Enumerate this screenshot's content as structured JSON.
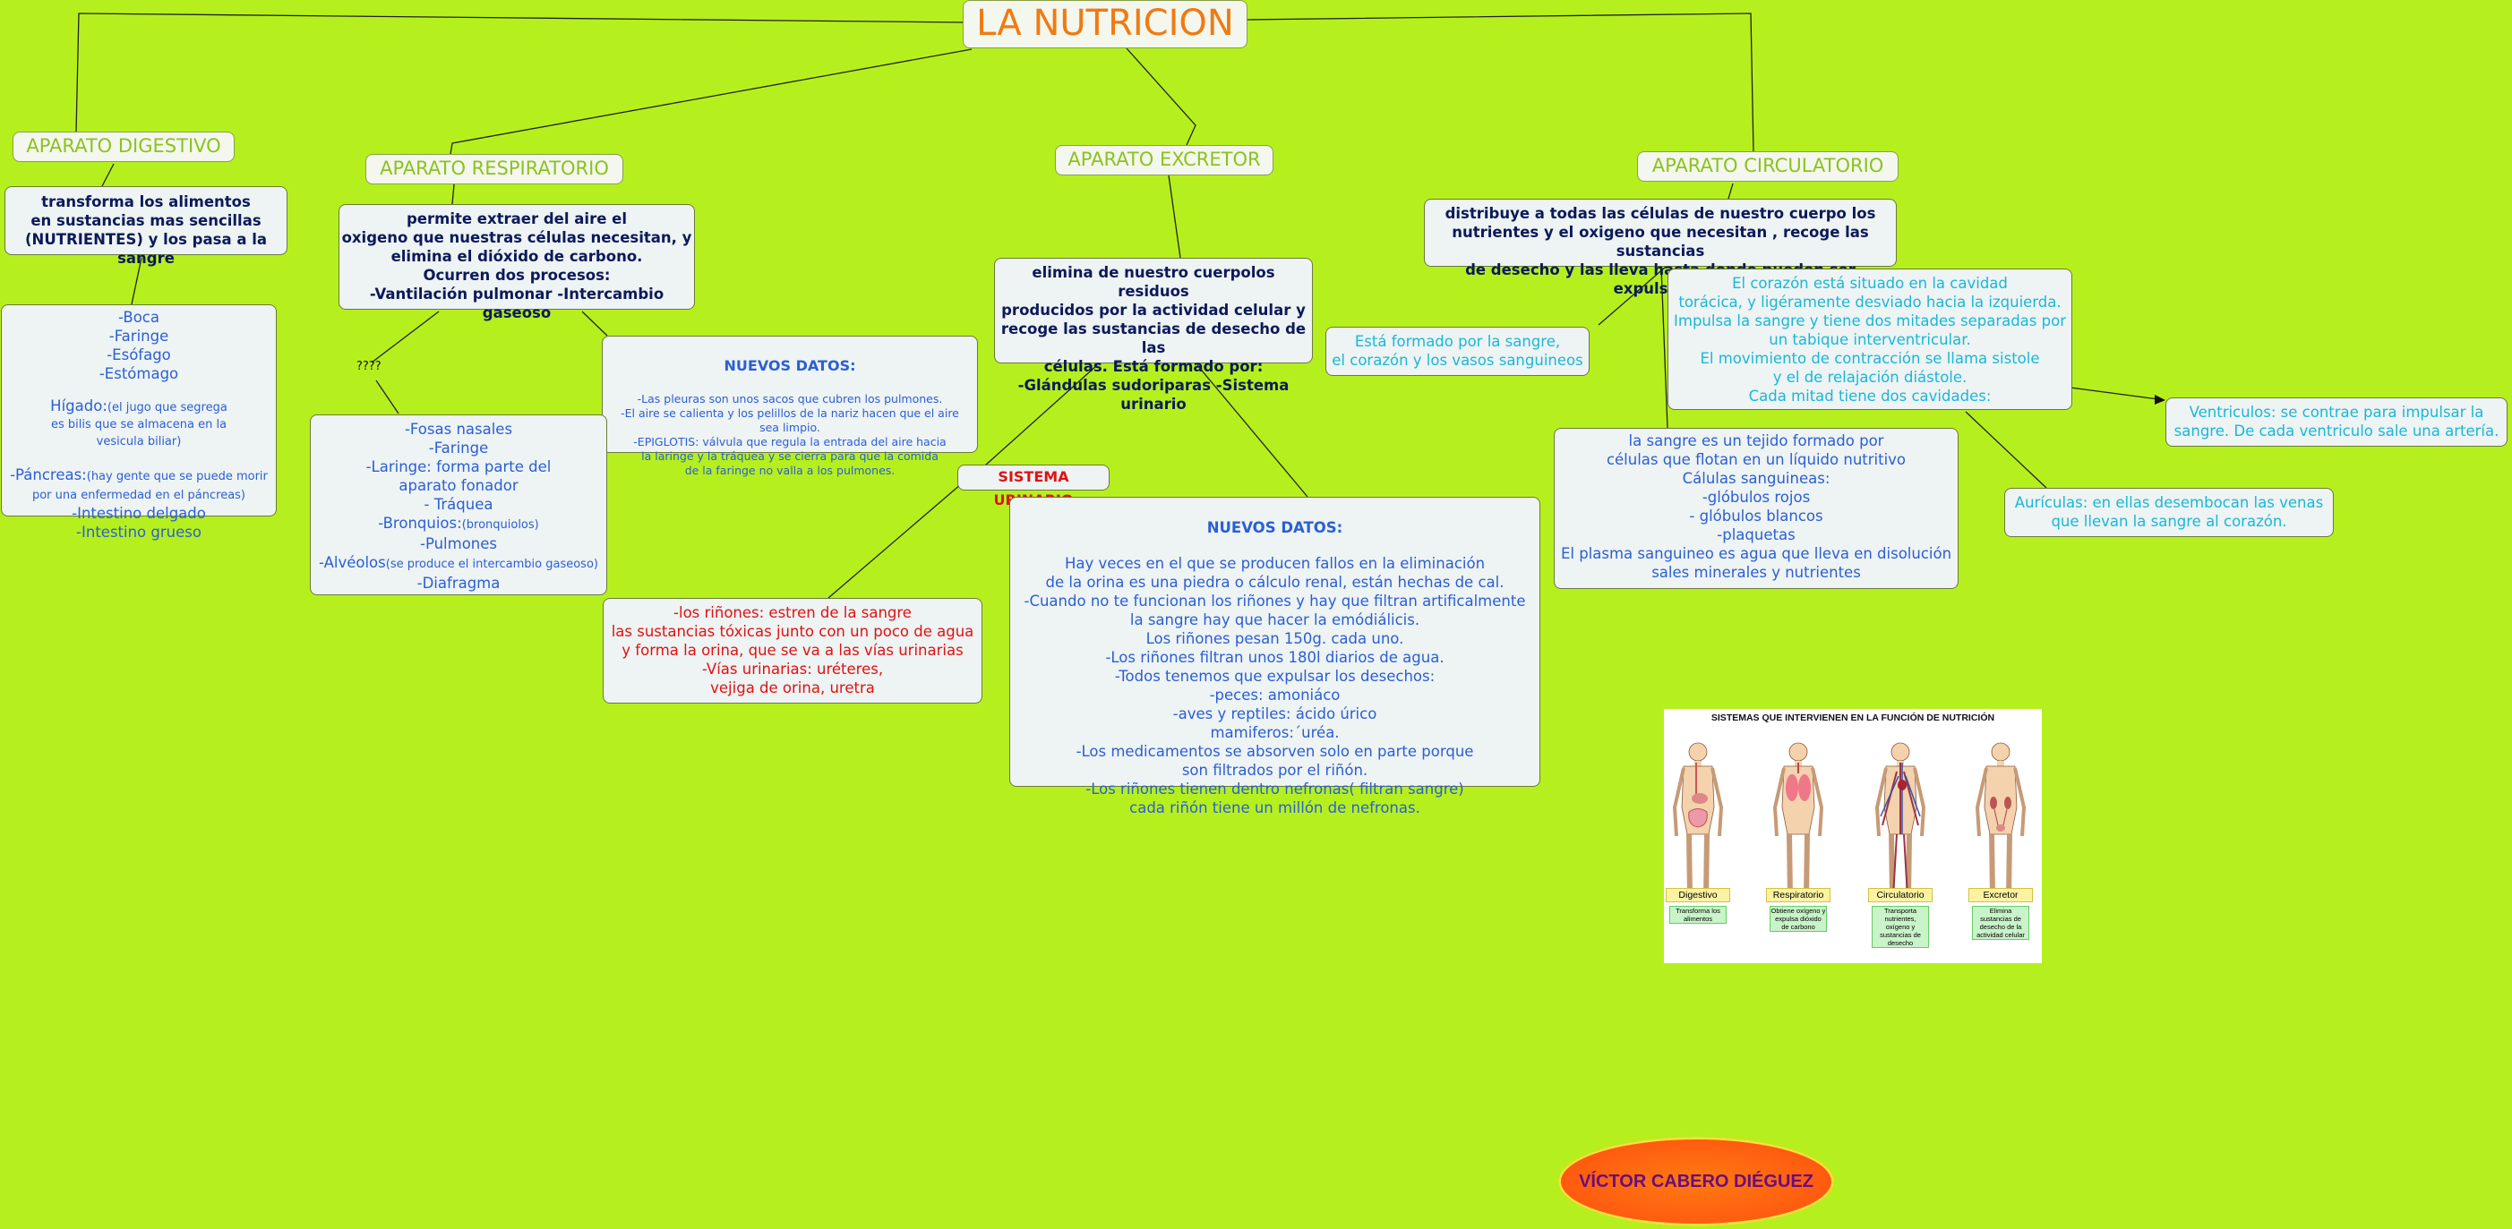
{
  "title": "LA NUTRICION",
  "headers": {
    "digestivo": "APARATO DIGESTIVO",
    "respiratorio": "APARATO RESPIRATORIO",
    "excretor": "APARATO EXCRETOR",
    "circulatorio": "APARATO CIRCULATORIO"
  },
  "digestivo": {
    "desc": "transforma los alimentos\nen sustancias mas sencillas\n(NUTRIENTES) y los pasa a la sangre",
    "organos": {
      "boca": "-Boca",
      "faringe": "-Faringe",
      "esofago": "-Esófago",
      "estomago": "-Estómago",
      "higado": "Hígado:",
      "higado_note": "(el jugo que segrega\nes bilis que se almacena en la\nvesicula biliar)",
      "pancreas": "-Páncreas:",
      "pancreas_note": "(hay gente que se puede morir\npor una enfermedad en el páncreas)",
      "delgado": "-Intestino delgado",
      "grueso": "-Intestino grueso"
    }
  },
  "respiratorio": {
    "desc": "permite extraer del aire el\noxigeno que nuestras células necesitan, y\nelimina el dióxido de carbono.\nOcurren dos procesos:\n-Vantilación pulmonar   -Intercambio gaseoso",
    "question": "????",
    "nuevos_title": "NUEVOS DATOS:",
    "nuevos_body": "-Las pleuras son unos sacos que cubren los pulmones.\n-El aire se calienta y los pelillos de la nariz hacen que el aire\nsea limpio.\n-EPIGLOTIS: válvula que regula la entrada del aire hacia\nla laringe y la tráquea y se cierra para que la comida\nde la faringe no valla a los pulmones.",
    "organos": {
      "fosas": "-Fosas nasales",
      "faringe": "-Faringe",
      "laringe": "-Laringe: forma parte del\naparato fonador",
      "traquea": "- Tráquea",
      "bronquios": "-Bronquios:",
      "bronquios_note": "(bronquiolos)",
      "pulmones": "-Pulmones",
      "alveolos": "-Alvéolos",
      "alveolos_note": "(se produce el intercambio gaseoso)",
      "diafragma": "-Diafragma"
    }
  },
  "excretor": {
    "desc": "elimina de nuestro cuerpolos residuos\nproducidos por la actividad celular y\nrecoge las sustancias de desecho de las\ncélulas. Está formado por:\n-Glándulas sudoriparas -Sistema urinario",
    "sistema_urinario": "SISTEMA URINARIO",
    "rinones": "-los riñones: estren de la sangre\nlas sustancias tóxicas junto con un poco de agua\ny forma la orina, que se va a las vías urinarias\n-Vías urinarias: uréteres,\nvejiga de orina, uretra",
    "nuevos_title": "NUEVOS DATOS:",
    "nuevos_body": "Hay veces  en el que se producen fallos en la eliminación\nde la orina es una piedra o cálculo renal, están hechas de cal.\n-Cuando no te funcionan los riñones y hay que filtran artificalmente\nla sangre hay que hacer la emódiálicis.\nLos riñones pesan 150g. cada uno.\n-Los riñones filtran unos 180l diarios de agua.\n-Todos tenemos que expulsar los desechos:\n-peces: amoniáco\n-aves y reptiles: ácido úrico\nmamiferos:´uréa.\n-Los medicamentos se absorven solo en parte porque\nson filtrados por el riñón.\n-Los riñones tienen dentro nefronas( filtran sangre)\ncada riñón tiene un millón de nefronas."
  },
  "circulatorio": {
    "desc": "distribuye a todas las células de nuestro cuerpo los\nnutrientes y el oxigeno que necesitan , recoge las sustancias\nde desecho y las lleva hasta donde pueden ser expulsadas",
    "formado": "Está formado por la sangre,\nel corazón y los vasos sanguineos",
    "corazon": "El corazón está situado en la cavidad\ntorácica, y ligéramente desviado hacia la izquierda.\nImpulsa la sangre y tiene dos mitades separadas por\nun tabique interventricular.\nEl movimiento de contracción se llama sistole\ny el de relajación diástole.\nCada mitad tiene dos cavidades:",
    "ventriculos": "Ventriculos: se contrae para impulsar la\nsangre. De cada ventriculo sale una artería.",
    "auriculas": "Aurículas: en ellas desembocan las venas\nque llevan la sangre al corazón.",
    "sangre": "la sangre es un tejido formado por\ncélulas que flotan en un líquido nutritivo\nCálulas sanguineas:\n-glóbulos rojos\n- glóbulos blancos\n-plaquetas\nEl plasma sanguineo es agua que lleva en disolución\nsales minerales y nutrientes"
  },
  "figure": {
    "title": "SISTEMAS QUE INTERVIENEN EN LA FUNCIÓN DE NUTRICIÓN",
    "systems": [
      {
        "label": "Digestivo",
        "desc": "Transforma los alimentos"
      },
      {
        "label": "Respiratorio",
        "desc": "Obtiene oxígeno y expulsa dióxido de carbono"
      },
      {
        "label": "Circulatorio",
        "desc": "Transporta nutrientes, oxígeno y sustancias de desecho"
      },
      {
        "label": "Excretor",
        "desc": "Elimina sustancias de desecho de la actividad celular"
      }
    ]
  },
  "author": "VÍCTOR CABERO DIÉGUEZ"
}
